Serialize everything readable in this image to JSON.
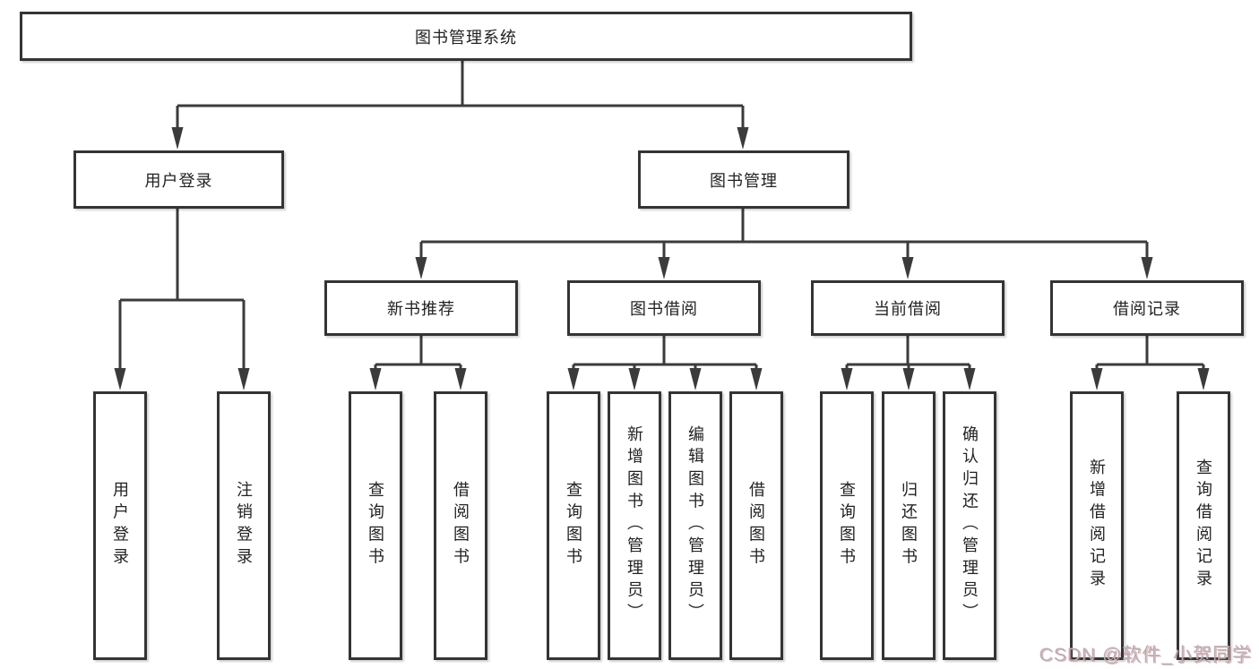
{
  "diagram": {
    "root": {
      "label": "图书管理系统"
    },
    "level2": [
      {
        "label": "用户登录"
      },
      {
        "label": "图书管理"
      }
    ],
    "level3": [
      {
        "label": "新书推荐"
      },
      {
        "label": "图书借阅"
      },
      {
        "label": "当前借阅"
      },
      {
        "label": "借阅记录"
      }
    ],
    "leaves": {
      "user_login": [
        "用户登录",
        "注销登录"
      ],
      "new_book": [
        "查询图书",
        "借阅图书"
      ],
      "book_borrow": [
        "查询图书",
        "新增图书（管理员）",
        "编辑图书（管理员）",
        "借阅图书"
      ],
      "current_borrow": [
        "查询图书",
        "归还图书",
        "确认归还（管理员）"
      ],
      "borrow_record": [
        "新增借阅记录",
        "查询借阅记录"
      ]
    }
  },
  "watermark": "CSDN @软件_小贺同学",
  "colors": {
    "line": "#3b3b3b",
    "box_border": "#343434",
    "text": "#222222",
    "background": "#ffffff",
    "watermark": "#b1b1ba",
    "watermark_shadow": "#d86060"
  }
}
